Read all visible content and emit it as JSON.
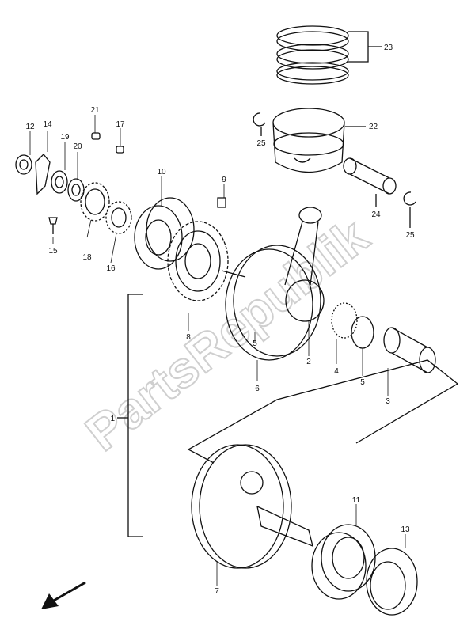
{
  "watermark": "PartsRepublik",
  "labels": {
    "l1": "1",
    "l2": "2",
    "l3": "3",
    "l4": "4",
    "l5a": "5",
    "l5b": "5",
    "l6": "6",
    "l7": "7",
    "l8": "8",
    "l9": "9",
    "l10": "10",
    "l11": "11",
    "l12": "12",
    "l13": "13",
    "l14": "14",
    "l15": "15",
    "l16": "16",
    "l17": "17",
    "l18": "18",
    "l19": "19",
    "l20": "20",
    "l21": "21",
    "l22": "22",
    "l23": "23",
    "l24": "24",
    "l25a": "25",
    "l25b": "25"
  },
  "colors": {
    "line": "#111111",
    "watermark": "#cfcfcf"
  },
  "icons": {
    "direction": "front-direction-arrow-icon"
  }
}
